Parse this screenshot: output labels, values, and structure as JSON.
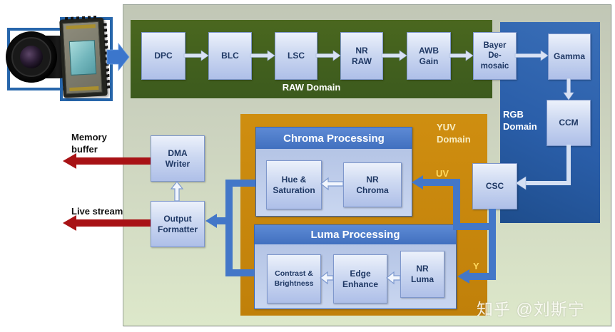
{
  "diagram": {
    "watermark": "知乎 @刘斯宁",
    "domains": {
      "raw": "RAW Domain",
      "rgb": "RGB\nDomain",
      "yuv": "YUV\nDomain"
    },
    "blocks": {
      "dpc": "DPC",
      "blc": "BLC",
      "lsc": "LSC",
      "nr_raw": "NR\nRAW",
      "awb_gain": "AWB\nGain",
      "bayer_demosaic": "Bayer\nDe-\nmosaic",
      "gamma": "Gamma",
      "ccm": "CCM",
      "csc": "CSC",
      "hue_saturation": "Hue &\nSaturation",
      "nr_chroma": "NR\nChroma",
      "contrast_brightness": "Contrast &\nBrightness",
      "edge_enhance": "Edge\nEnhance",
      "nr_luma": "NR\nLuma",
      "dma_writer": "DMA\nWriter",
      "output_formatter": "Output\nFormatter"
    },
    "groups": {
      "chroma": "Chroma Processing",
      "luma": "Luma Processing"
    },
    "signals": {
      "uv": "UV",
      "y": "Y"
    },
    "outputs": {
      "memory": "Memory\nbuffer",
      "live": "Live stream"
    },
    "colors": {
      "raw_green": "#43601f",
      "rgb_blue": "#2d62ae",
      "yuv_orange": "#c8860d",
      "connector_blue": "#4377c8",
      "red_arrow": "#a81215",
      "block_text": "#1f3864"
    }
  }
}
